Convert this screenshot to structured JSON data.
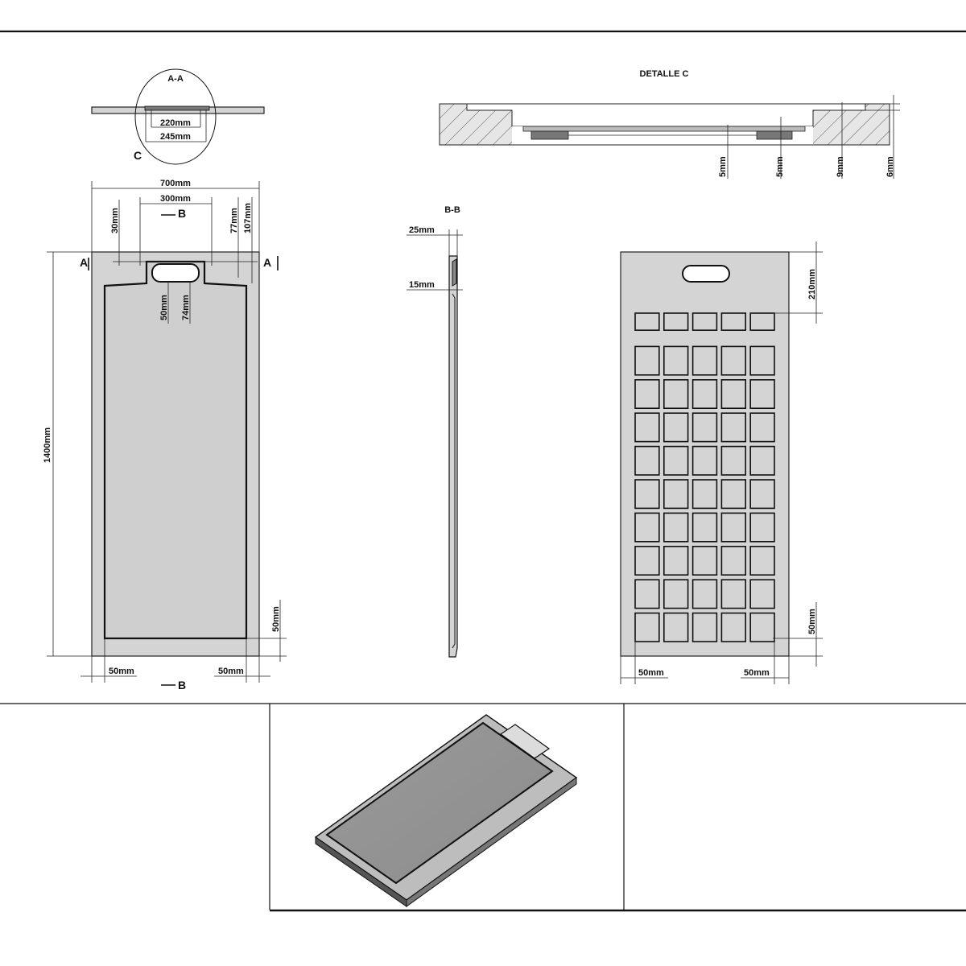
{
  "views": {
    "section_aa": {
      "title": "A-A",
      "detail_marker": "C",
      "dims": {
        "inner": "220mm",
        "outer": "245mm"
      }
    },
    "detail_c": {
      "title": "DETALLE    C",
      "dims": [
        "5mm",
        "5mm",
        "9mm",
        "6mm"
      ]
    },
    "top_view": {
      "dims": {
        "width": "700mm",
        "drain_width": "300mm",
        "length": "1400mm",
        "d30": "30mm",
        "d77": "77mm",
        "d107": "107mm",
        "d50v": "50mm",
        "d74v": "74mm",
        "edge_right": "50mm",
        "edge_left_bottom": "50mm",
        "edge_right_bottom": "50mm"
      },
      "markers": {
        "a_left": "A",
        "a_right": "A",
        "b_top": "B",
        "b_bottom": "B"
      }
    },
    "section_bb": {
      "title": "B-B",
      "dims": {
        "d25": "25mm",
        "d15": "15mm"
      }
    },
    "bottom_view": {
      "dims": {
        "d210": "210mm",
        "d50r": "50mm",
        "d50l": "50mm",
        "d50b": "50mm"
      },
      "grid": {
        "rows": 10,
        "cols": 5
      }
    }
  },
  "colors": {
    "tray_fill": "#d4d4d4",
    "tray_dark": "#8a8a8a",
    "line": "#111111"
  }
}
